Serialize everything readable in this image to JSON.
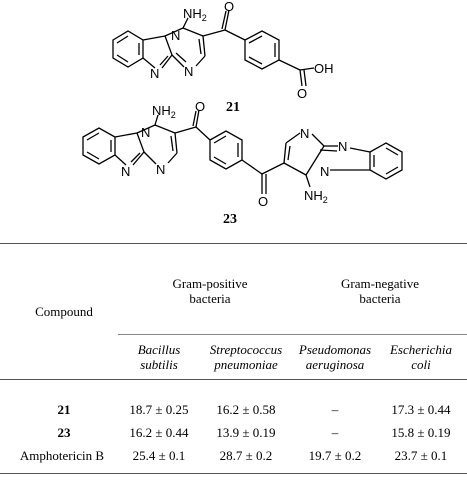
{
  "structures": {
    "c21": {
      "label": "21",
      "nh2": "NH2",
      "nh2_sub": "",
      "o_label": "O",
      "oh_label": "OH",
      "acid_o": "O",
      "n_labels": [
        "N",
        "N",
        "N"
      ]
    },
    "c23": {
      "label": "23",
      "nh2": "NH2",
      "o_label": "O",
      "n_labels": [
        "N",
        "N",
        "N"
      ]
    }
  },
  "table": {
    "header": {
      "compound": "Compound",
      "gram_pos": [
        "Gram-positive",
        "bacteria"
      ],
      "gram_neg": [
        "Gram-negative",
        "bacteria"
      ],
      "organisms": [
        [
          "Bacillus",
          "subtilis"
        ],
        [
          "Streptococcus",
          "pneumoniae"
        ],
        [
          "Pseudomonas",
          "aeruginosa"
        ],
        [
          "Escherichia",
          "coli"
        ]
      ]
    },
    "rows": [
      {
        "compound": "21",
        "bold": true,
        "values": [
          "18.7 ± 0.25",
          "16.2 ± 0.58",
          "–",
          "17.3 ± 0.44"
        ]
      },
      {
        "compound": "23",
        "bold": true,
        "values": [
          "16.2 ± 0.44",
          "13.9 ± 0.19",
          "–",
          "15.8 ± 0.19"
        ]
      },
      {
        "compound": "Amphotericin B",
        "bold": false,
        "values": [
          "25.4 ± 0.1",
          "28.7 ± 0.2",
          "19.7 ± 0.2",
          "23.7 ± 0.1"
        ]
      }
    ]
  }
}
